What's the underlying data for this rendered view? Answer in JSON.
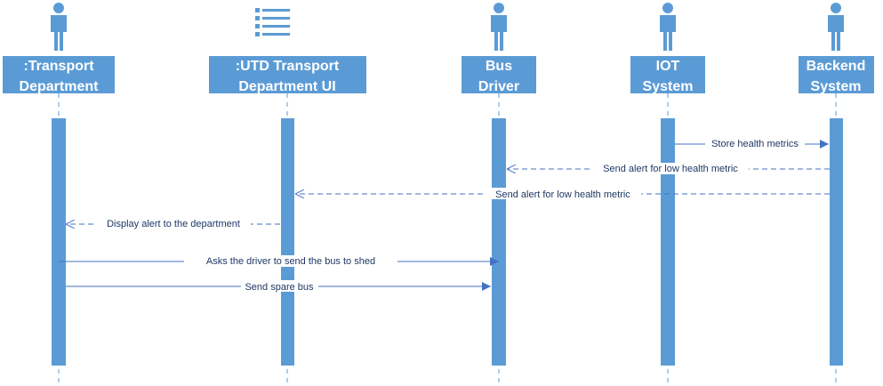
{
  "colors": {
    "lifeline": "#5b9bd5",
    "arrow": "#4472c4",
    "text": "#1f3864",
    "header_text": "#ffffff"
  },
  "participants": [
    {
      "id": "transport",
      "name_line1": ":Transport",
      "name_line2": "Department",
      "icon": "actor-icon"
    },
    {
      "id": "ui",
      "name_line1": ":UTD Transport",
      "name_line2": "Department UI",
      "icon": "list-icon"
    },
    {
      "id": "driver",
      "name_line1": "Bus",
      "name_line2": "Driver",
      "icon": "actor-icon"
    },
    {
      "id": "iot",
      "name_line1": "IOT",
      "name_line2": "System",
      "icon": "actor-icon"
    },
    {
      "id": "backend",
      "name_line1": "Backend",
      "name_line2": "System",
      "icon": "actor-icon"
    }
  ],
  "messages": [
    {
      "label": "Store health metrics",
      "from": "iot",
      "to": "backend",
      "style": "sync"
    },
    {
      "label": "Send alert for low health metric",
      "from": "backend",
      "to": "driver",
      "style": "return"
    },
    {
      "label": "Send alert for low health metric",
      "from": "backend",
      "to": "ui",
      "style": "return"
    },
    {
      "label": "Display alert to the department",
      "from": "ui",
      "to": "transport",
      "style": "return"
    },
    {
      "label": "Asks the driver to send the bus to shed",
      "from": "transport",
      "to": "driver",
      "style": "sync"
    },
    {
      "label": "Send spare bus",
      "from": "transport",
      "to": "driver",
      "style": "sync"
    }
  ]
}
